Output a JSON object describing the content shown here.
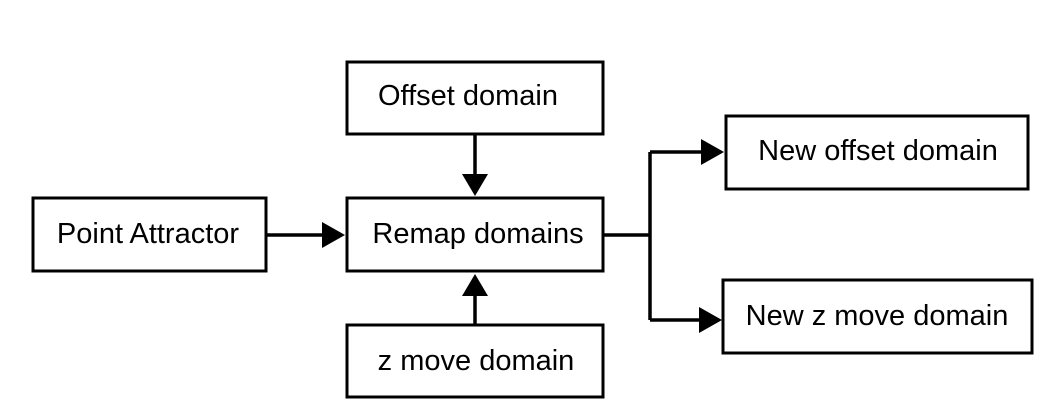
{
  "diagram": {
    "nodes": {
      "offset_domain": "Offset domain",
      "point_attractor": "Point Attractor",
      "remap_domains": "Remap domains",
      "z_move_domain": "z move domain",
      "new_offset_domain": "New offset domain",
      "new_z_move_domain": "New z move domain"
    },
    "edges": [
      {
        "from": "offset_domain",
        "to": "remap_domains"
      },
      {
        "from": "point_attractor",
        "to": "remap_domains"
      },
      {
        "from": "z_move_domain",
        "to": "remap_domains"
      },
      {
        "from": "remap_domains",
        "to": "new_offset_domain"
      },
      {
        "from": "remap_domains",
        "to": "new_z_move_domain"
      }
    ]
  }
}
